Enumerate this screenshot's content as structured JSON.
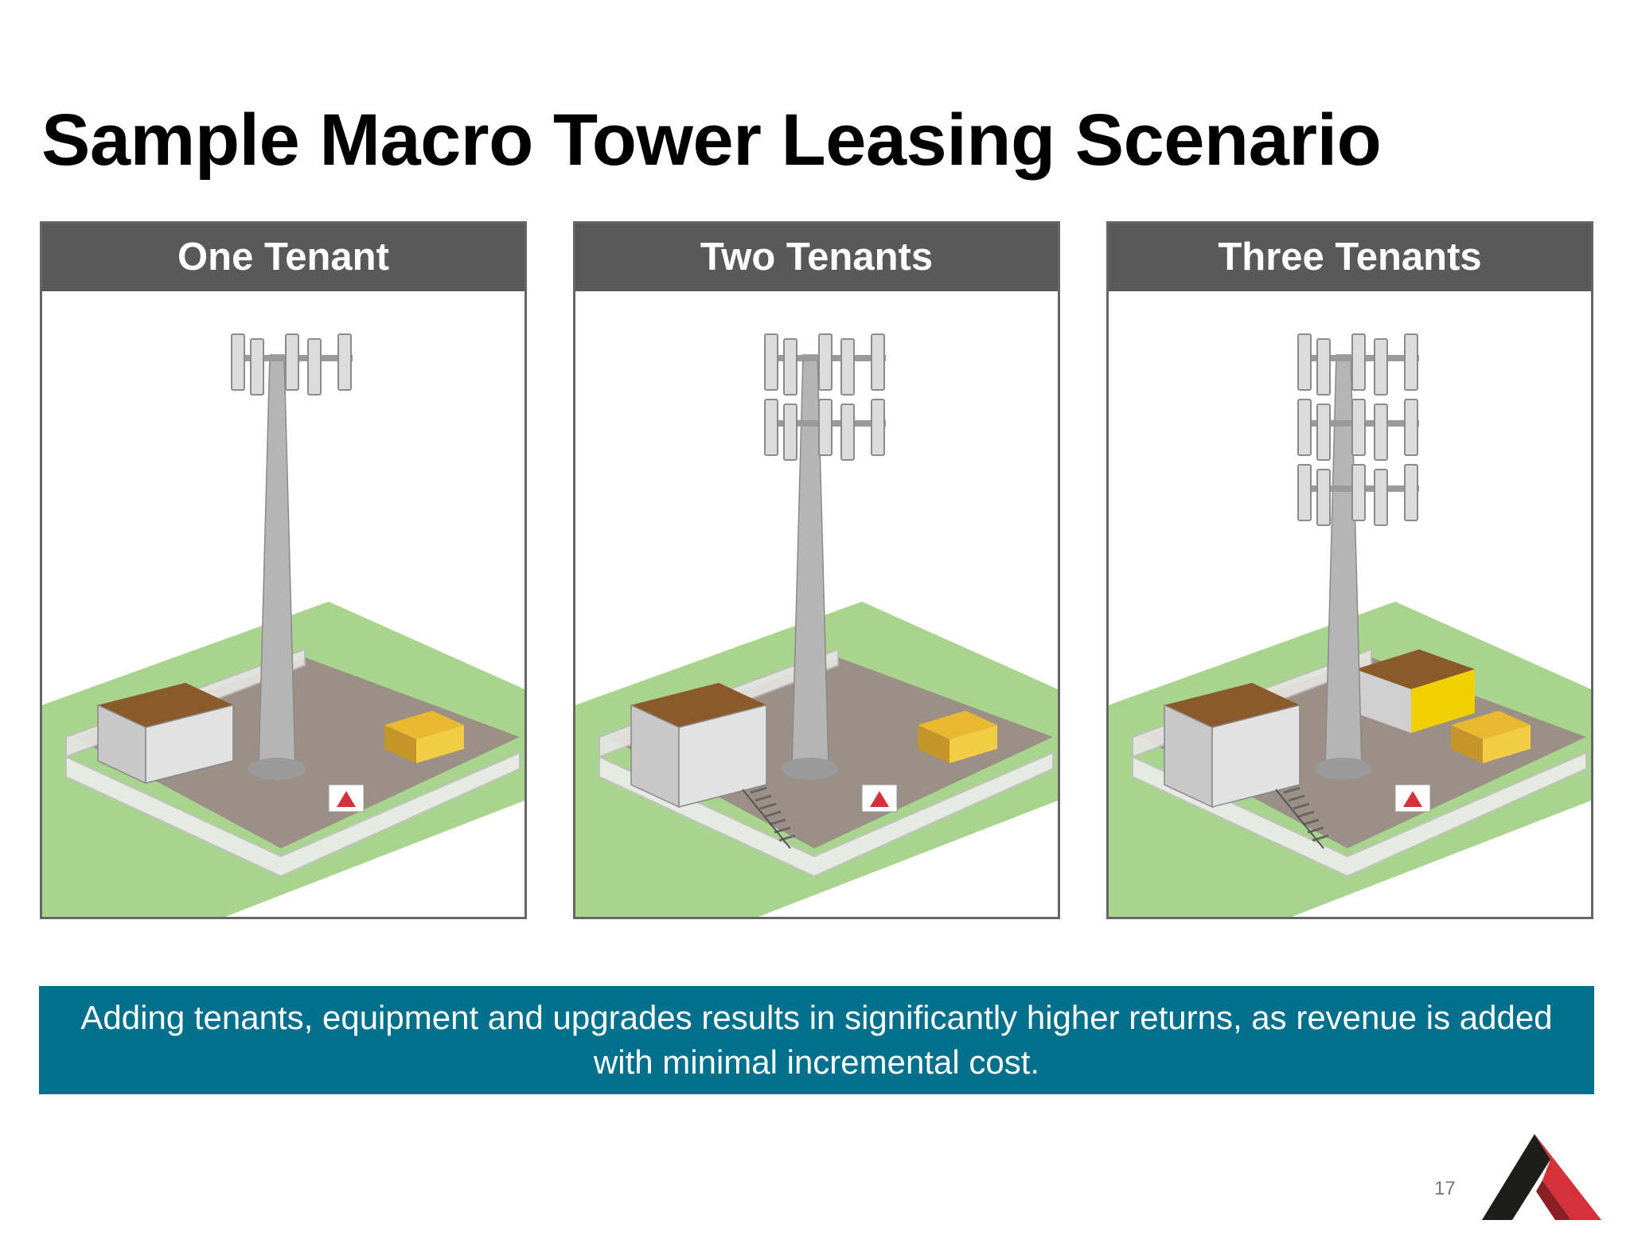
{
  "slide": {
    "title": "Sample Macro Tower Leasing Scenario",
    "page_number": "17"
  },
  "panels": [
    {
      "label": "One Tenant",
      "tenants": 1
    },
    {
      "label": "Two Tenants",
      "tenants": 2
    },
    {
      "label": "Three Tenants",
      "tenants": 3
    }
  ],
  "banner": {
    "text": "Adding tenants, equipment and upgrades results in significantly higher returns, as revenue is added with minimal incremental cost."
  },
  "colors": {
    "header_bg": "#595959",
    "banner_bg": "#00708d",
    "grass": "#a9d48e",
    "logo_red": "#d6303b",
    "logo_dark": "#1d1d1b"
  }
}
